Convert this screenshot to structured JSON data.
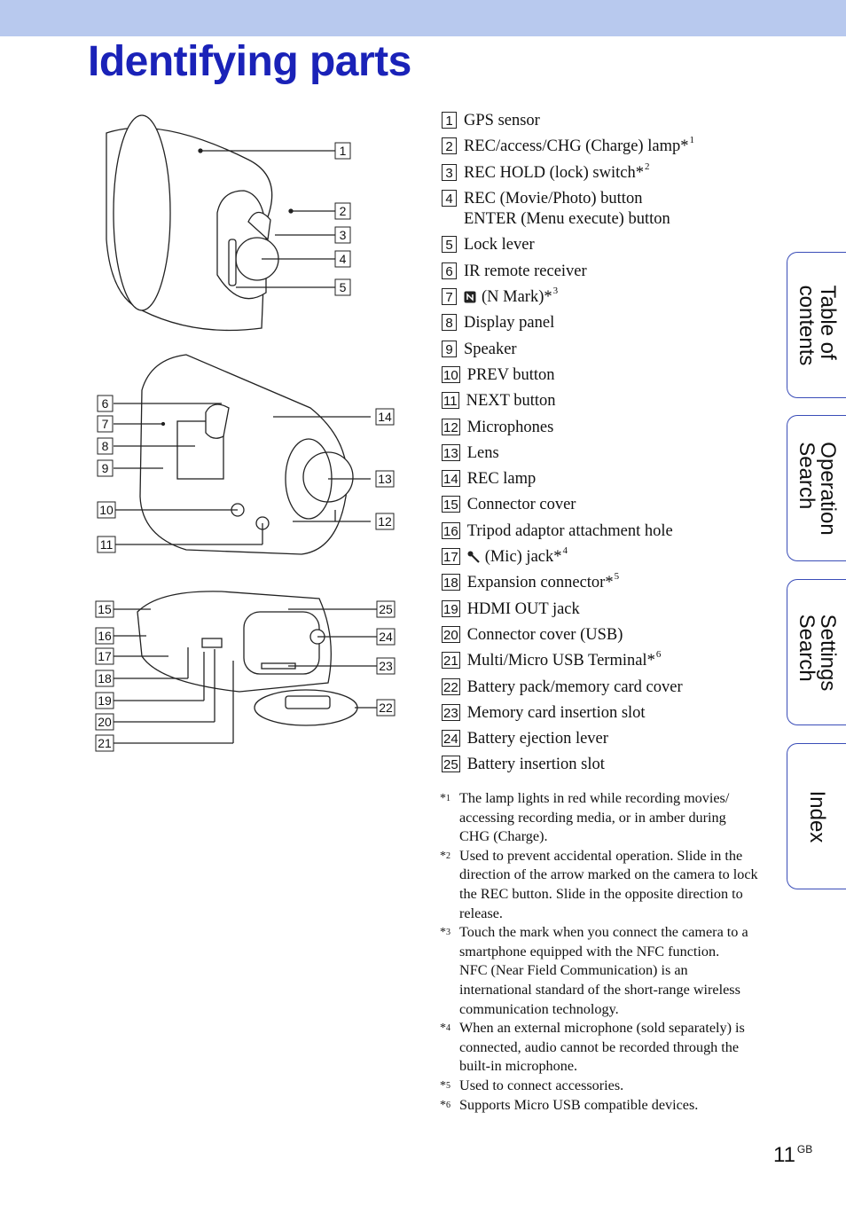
{
  "header": {
    "title": "Identifying parts"
  },
  "figure": {
    "callouts_top": [
      "1",
      "2",
      "3",
      "4",
      "5"
    ],
    "callouts_mid_left": [
      "6",
      "7",
      "8",
      "9",
      "10",
      "11"
    ],
    "callouts_mid_right": [
      "14",
      "13",
      "12"
    ],
    "callouts_bottom_left": [
      "15",
      "16",
      "17",
      "18",
      "19",
      "20",
      "21"
    ],
    "callouts_bottom_right": [
      "25",
      "24",
      "23",
      "22"
    ]
  },
  "parts": [
    {
      "num": "1",
      "text": "GPS sensor",
      "sup": ""
    },
    {
      "num": "2",
      "text": "REC/access/CHG (Charge) lamp*",
      "sup": "1"
    },
    {
      "num": "3",
      "text": "REC HOLD (lock) switch*",
      "sup": "2"
    },
    {
      "num": "4",
      "text": "REC (Movie/Photo) button",
      "sup": "",
      "line2": "ENTER (Menu execute) button"
    },
    {
      "num": "5",
      "text": "Lock lever",
      "sup": ""
    },
    {
      "num": "6",
      "text": "IR remote receiver",
      "sup": ""
    },
    {
      "num": "7",
      "text": "(N Mark)*",
      "sup": "3",
      "icon": "n-mark-icon"
    },
    {
      "num": "8",
      "text": "Display panel",
      "sup": ""
    },
    {
      "num": "9",
      "text": "Speaker",
      "sup": ""
    },
    {
      "num": "10",
      "text": "PREV button",
      "sup": ""
    },
    {
      "num": "11",
      "text": "NEXT button",
      "sup": ""
    },
    {
      "num": "12",
      "text": "Microphones",
      "sup": ""
    },
    {
      "num": "13",
      "text": "Lens",
      "sup": ""
    },
    {
      "num": "14",
      "text": "REC lamp",
      "sup": ""
    },
    {
      "num": "15",
      "text": "Connector cover",
      "sup": ""
    },
    {
      "num": "16",
      "text": "Tripod adaptor attachment hole",
      "sup": ""
    },
    {
      "num": "17",
      "text": "(Mic) jack*",
      "sup": "4",
      "icon": "microphone-icon"
    },
    {
      "num": "18",
      "text": "Expansion connector*",
      "sup": "5"
    },
    {
      "num": "19",
      "text": "HDMI OUT jack",
      "sup": ""
    },
    {
      "num": "20",
      "text": "Connector cover (USB)",
      "sup": ""
    },
    {
      "num": "21",
      "text": "Multi/Micro USB Terminal*",
      "sup": "6"
    },
    {
      "num": "22",
      "text": "Battery pack/memory card cover",
      "sup": ""
    },
    {
      "num": "23",
      "text": "Memory card insertion slot",
      "sup": ""
    },
    {
      "num": "24",
      "text": "Battery ejection lever",
      "sup": ""
    },
    {
      "num": "25",
      "text": "Battery insertion slot",
      "sup": ""
    }
  ],
  "notes": [
    {
      "mark": "*",
      "sup": "1",
      "paras": [
        "The lamp lights in red while recording movies/ accessing recording media, or in amber during CHG (Charge)."
      ]
    },
    {
      "mark": "*",
      "sup": "2",
      "paras": [
        "Used to prevent accidental operation. Slide in the direction of the arrow marked on the camera to lock the REC button. Slide in the opposite direction to release."
      ]
    },
    {
      "mark": "*",
      "sup": "3",
      "paras": [
        "Touch the mark when you connect the camera to a smartphone equipped with the NFC function.",
        "NFC (Near Field Communication) is an international standard of the short-range wireless communication technology."
      ]
    },
    {
      "mark": "*",
      "sup": "4",
      "paras": [
        "When an external microphone (sold separately) is connected, audio cannot be recorded through the built-in microphone."
      ]
    },
    {
      "mark": "*",
      "sup": "5",
      "paras": [
        "Used to connect accessories."
      ]
    },
    {
      "mark": "*",
      "sup": "6",
      "paras": [
        "Supports Micro USB compatible devices."
      ]
    }
  ],
  "sidetabs": [
    {
      "label": "Table of\ncontents"
    },
    {
      "label": "Operation\nSearch"
    },
    {
      "label": "Settings\nSearch"
    },
    {
      "label": "Index"
    }
  ],
  "footer": {
    "page": "11",
    "suffix": "GB"
  },
  "colors": {
    "title": "#1a22b8",
    "topbar": "#b8c9ee",
    "tab_border": "#3a4db8"
  }
}
